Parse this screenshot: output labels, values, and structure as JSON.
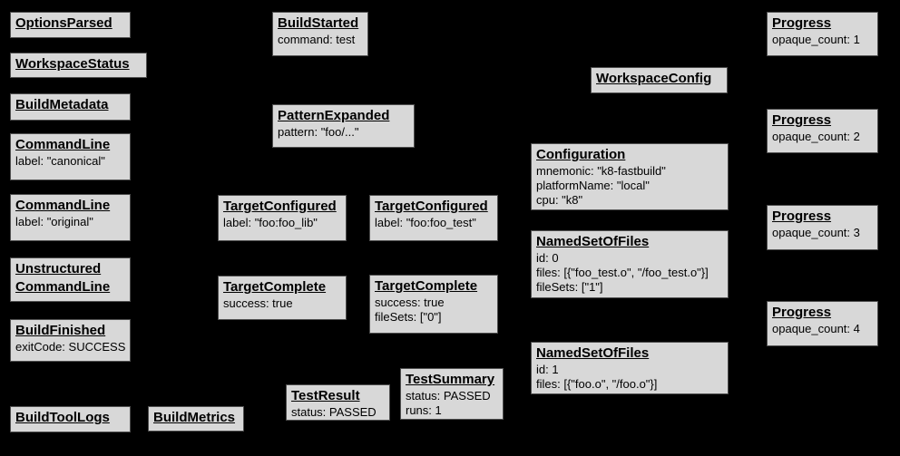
{
  "colors": {
    "background": "#000000",
    "node_fill": "#d8d8d8",
    "node_border": "#4f4f4f",
    "text": "#000000"
  },
  "nodes": [
    {
      "title": "OptionsParsed",
      "lines": []
    },
    {
      "title": "WorkspaceStatus",
      "lines": []
    },
    {
      "title": "BuildMetadata",
      "lines": []
    },
    {
      "title": "CommandLine",
      "lines": [
        "label: \"canonical\""
      ]
    },
    {
      "title": "CommandLine",
      "lines": [
        "label: \"original\""
      ]
    },
    {
      "title": "Unstructured CommandLine",
      "lines": []
    },
    {
      "title": "BuildFinished",
      "lines": [
        "exitCode: SUCCESS"
      ]
    },
    {
      "title": "BuildToolLogs",
      "lines": []
    },
    {
      "title": "BuildMetrics",
      "lines": []
    },
    {
      "title": "BuildStarted",
      "lines": [
        "command: test"
      ]
    },
    {
      "title": "PatternExpanded",
      "lines": [
        "pattern: \"foo/...\""
      ]
    },
    {
      "title": "TargetConfigured",
      "lines": [
        "label: \"foo:foo_lib\""
      ]
    },
    {
      "title": "TargetConfigured",
      "lines": [
        "label: \"foo:foo_test\""
      ]
    },
    {
      "title": "TargetComplete",
      "lines": [
        "success: true"
      ]
    },
    {
      "title": "TargetComplete",
      "lines": [
        "success: true",
        "fileSets: [\"0\"]"
      ]
    },
    {
      "title": "TestResult",
      "lines": [
        "status: PASSED"
      ]
    },
    {
      "title": "TestSummary",
      "lines": [
        "status: PASSED",
        "runs: 1"
      ]
    },
    {
      "title": "WorkspaceConfig",
      "lines": []
    },
    {
      "title": "Configuration",
      "lines": [
        "mnemonic: \"k8-fastbuild\"",
        "platformName: \"local\"",
        "cpu: \"k8\""
      ]
    },
    {
      "title": "NamedSetOfFiles",
      "lines": [
        "id: 0",
        "files: [{\"foo_test.o\", \"/foo_test.o\"}]",
        "fileSets: [\"1\"]"
      ]
    },
    {
      "title": "NamedSetOfFiles",
      "lines": [
        "id: 1",
        "files: [{\"foo.o\", \"/foo.o\"}]"
      ]
    },
    {
      "title": "Progress",
      "lines": [
        "opaque_count: 1"
      ]
    },
    {
      "title": "Progress",
      "lines": [
        "opaque_count: 2"
      ]
    },
    {
      "title": "Progress",
      "lines": [
        "opaque_count: 3"
      ]
    },
    {
      "title": "Progress",
      "lines": [
        "opaque_count: 4"
      ]
    }
  ]
}
